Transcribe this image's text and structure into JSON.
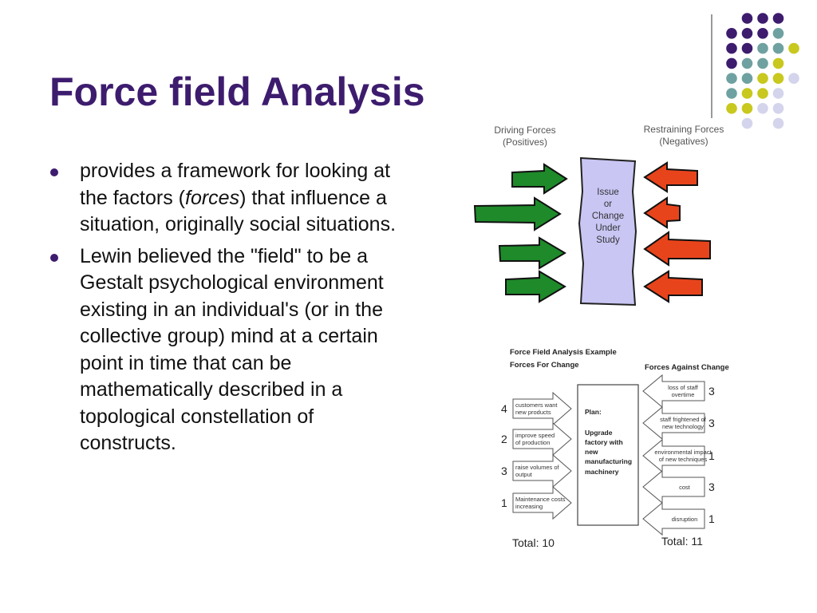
{
  "slide": {
    "title": "Force field Analysis",
    "bullet_1": {
      "text_before": "provides a framework for looking at the factors (",
      "text_italic": "forces",
      "text_after": ") that influence a situation, originally social situations."
    },
    "bullet_2": {
      "text": "Lewin believed the \"field\" to be a Gestalt psychological environment existing in an individual's (or in the collective group) mind at a certain point in time that can be mathematically described in a topological constellation of constructs."
    }
  },
  "figure_top": {
    "driving_line1": "Driving Forces",
    "driving_line2": "(Positives)",
    "restraining_line1": "Restraining Forces",
    "restraining_line2": "(Negatives)",
    "center_lines": [
      "Issue",
      "or",
      "Change",
      "Under",
      "Study"
    ]
  },
  "figure_bottom": {
    "title": "Force Field Analysis Example",
    "for_header": "Forces For Change",
    "against_header": "Forces Against Change",
    "plan_lines": [
      "Plan:",
      "Upgrade",
      "factory with",
      "new",
      "manufacturing",
      "machinery"
    ],
    "forces_for": [
      {
        "score": "4",
        "line1": "customers want",
        "line2": "new products"
      },
      {
        "score": "2",
        "line1": "improve speed",
        "line2": "of production"
      },
      {
        "score": "3",
        "line1": "raise volumes of",
        "line2": "output"
      },
      {
        "score": "1",
        "line1": "Maintenance costs",
        "line2": "increasing"
      }
    ],
    "forces_against": [
      {
        "score": "3",
        "line1": "loss of staff",
        "line2": "overtime"
      },
      {
        "score": "3",
        "line1": "staff frightened of",
        "line2": "new technology"
      },
      {
        "score": "1",
        "line1": "environmental impact",
        "line2": "of new techniques"
      },
      {
        "score": "3",
        "line1": "cost",
        "line2": ""
      },
      {
        "score": "1",
        "line1": "disruption",
        "line2": ""
      }
    ],
    "total_for": "Total: 10",
    "total_against": "Total: 11"
  },
  "colors": {
    "title": "#3d1c6e",
    "driving_arrow": "#1e8a2a",
    "restraining_arrow": "#e8441c",
    "issue_box": "#c9c6f4",
    "dot_purple": "#3d1c6e",
    "dot_teal": "#6fa1a1",
    "dot_yellow": "#c8c81e",
    "dot_lavender": "#d4d4ec"
  }
}
